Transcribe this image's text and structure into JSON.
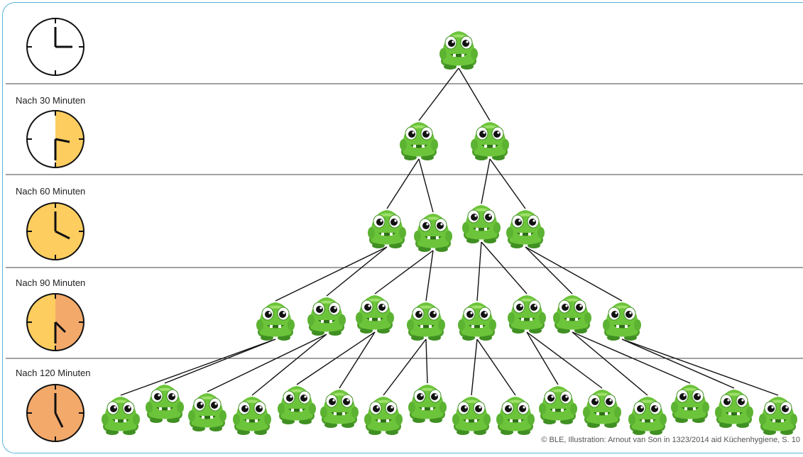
{
  "rows": [
    {
      "label": "",
      "clock": {
        "minute_angle": 0,
        "hour_angle": 90,
        "fill": "none"
      }
    },
    {
      "label": "Nach 30 Minuten",
      "clock": {
        "minute_angle": 180,
        "hour_angle": 105,
        "fill": "half-yellow"
      }
    },
    {
      "label": "Nach 60 Minuten",
      "clock": {
        "minute_angle": 0,
        "hour_angle": 120,
        "fill": "full-yellow"
      }
    },
    {
      "label": "Nach 90 Minuten",
      "clock": {
        "minute_angle": 180,
        "hour_angle": 135,
        "fill": "yellow-orange"
      }
    },
    {
      "label": "Nach 120 Minuten",
      "clock": {
        "minute_angle": 0,
        "hour_angle": 150,
        "fill": "full-orange"
      }
    }
  ],
  "colors": {
    "yellow": "#fdcd5f",
    "orange": "#f3a96a",
    "frame": "#5ab4d6",
    "monster_body": "#6cc43a",
    "monster_dark": "#3f8f22"
  },
  "generations": [
    1,
    2,
    4,
    8,
    16
  ],
  "icon": "bacteria-monster-icon",
  "copyright": "© BLE, Illustration: Arnout van Son in 1323/2014 aid Küchenhygiene, S. 10"
}
